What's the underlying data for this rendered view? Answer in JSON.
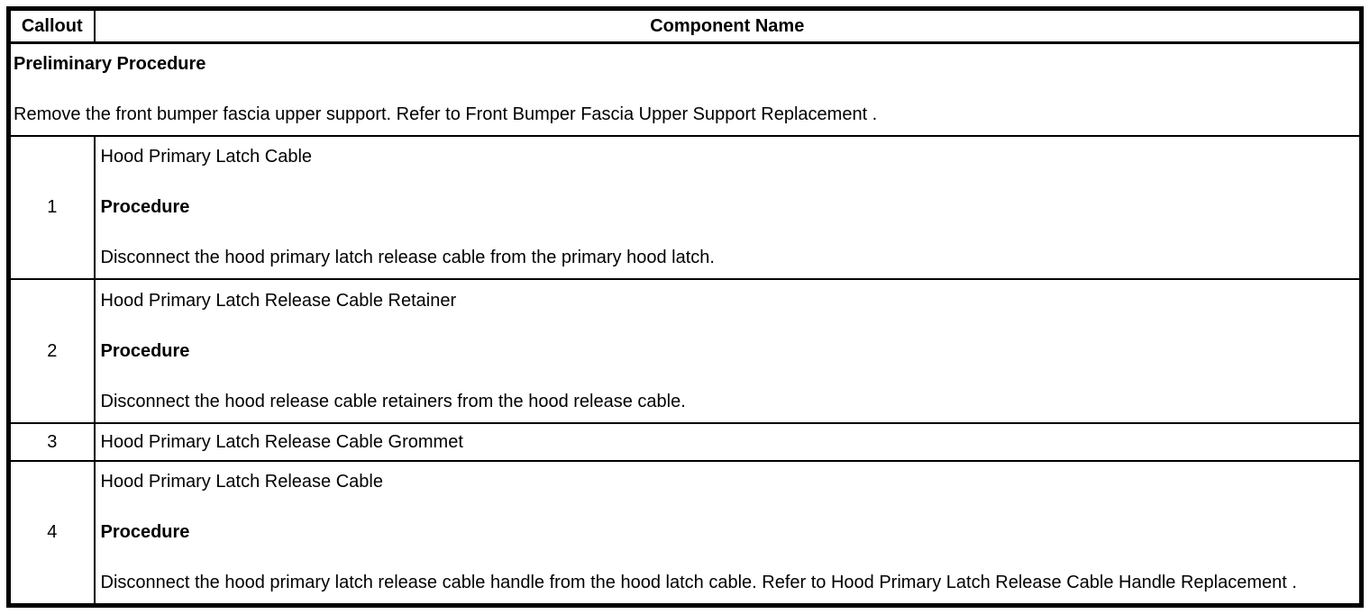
{
  "colors": {
    "border": "#000000",
    "text": "#000000",
    "background": "#ffffff"
  },
  "table": {
    "headers": {
      "callout": "Callout",
      "component_name": "Component Name"
    },
    "preliminary": {
      "title": "Preliminary Procedure",
      "body": "Remove the front bumper fascia upper support. Refer to Front Bumper Fascia Upper Support Replacement ."
    },
    "rows": [
      {
        "callout": "1",
        "component": "Hood Primary Latch Cable",
        "procedure_label": "Procedure",
        "procedure_text": "Disconnect the hood primary latch release cable from the primary hood latch."
      },
      {
        "callout": "2",
        "component": "Hood Primary Latch Release Cable Retainer",
        "procedure_label": "Procedure",
        "procedure_text": "Disconnect the hood release cable retainers from the hood release cable."
      },
      {
        "callout": "3",
        "component": "Hood Primary Latch Release Cable Grommet"
      },
      {
        "callout": "4",
        "component": "Hood Primary Latch Release Cable",
        "procedure_label": "Procedure",
        "procedure_text": "Disconnect the hood primary latch release cable handle from the hood latch cable. Refer to Hood Primary Latch Release Cable Handle Replacement ."
      }
    ]
  }
}
